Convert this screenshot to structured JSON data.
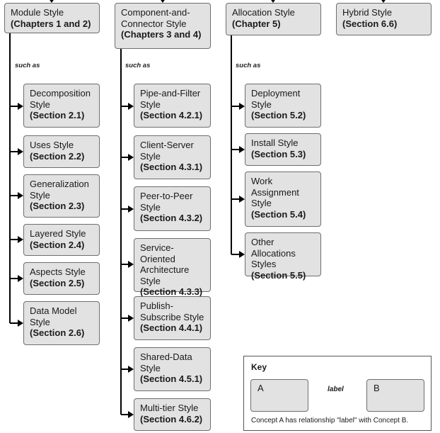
{
  "colors": {
    "box_fill": "#e2e2e2",
    "box_border": "#6e6e6e",
    "line": "#000000"
  },
  "such_as": "such as",
  "categories": {
    "module": {
      "name": "Module Style",
      "section": "(Chapters 1 and 2)"
    },
    "cc": {
      "name": "Component-and-Connector Style",
      "section": "(Chapters 3 and 4)"
    },
    "allocation": {
      "name": "Allocation Style",
      "section": "(Chapter 5)"
    },
    "hybrid": {
      "name": "Hybrid Style",
      "section": "(Section 6.6)"
    }
  },
  "module_styles": [
    {
      "name": "Decomposition Style",
      "section": "(Section 2.1)"
    },
    {
      "name": "Uses Style",
      "section": "(Section 2.2)"
    },
    {
      "name": "Generalization Style",
      "section": "(Section 2.3)"
    },
    {
      "name": "Layered Style",
      "section": "(Section 2.4)"
    },
    {
      "name": "Aspects Style",
      "section": "(Section 2.5)"
    },
    {
      "name": "Data Model Style",
      "section": "(Section 2.6)"
    }
  ],
  "cc_styles": [
    {
      "name": "Pipe-and-Filter Style",
      "section": "(Section 4.2.1)"
    },
    {
      "name": "Client-Server Style",
      "section": "(Section 4.3.1)"
    },
    {
      "name": "Peer-to-Peer Style",
      "section": "(Section 4.3.2)"
    },
    {
      "name": "Service-Oriented Architecture Style",
      "section": "(Section 4.3.3)"
    },
    {
      "name": "Publish-Subscribe Style",
      "section": "(Section 4.4.1)"
    },
    {
      "name": "Shared-Data Style",
      "section": "(Section 4.5.1)"
    },
    {
      "name": "Multi-tier Style",
      "section": "(Section 4.6.2)"
    }
  ],
  "allocation_styles": [
    {
      "name": "Deployment Style",
      "section": "(Section 5.2)"
    },
    {
      "name": "Install Style",
      "section": "(Section 5.3)"
    },
    {
      "name": "Work Assignment Style",
      "section": "(Section 5.4)"
    },
    {
      "name": "Other Allocations Styles",
      "section": "(Section 5.5)"
    }
  ],
  "key": {
    "title": "Key",
    "concept_a": "A",
    "concept_b": "B",
    "relationship_label": "label",
    "caption": "Concept A has relationship \"label\" with Concept B."
  }
}
